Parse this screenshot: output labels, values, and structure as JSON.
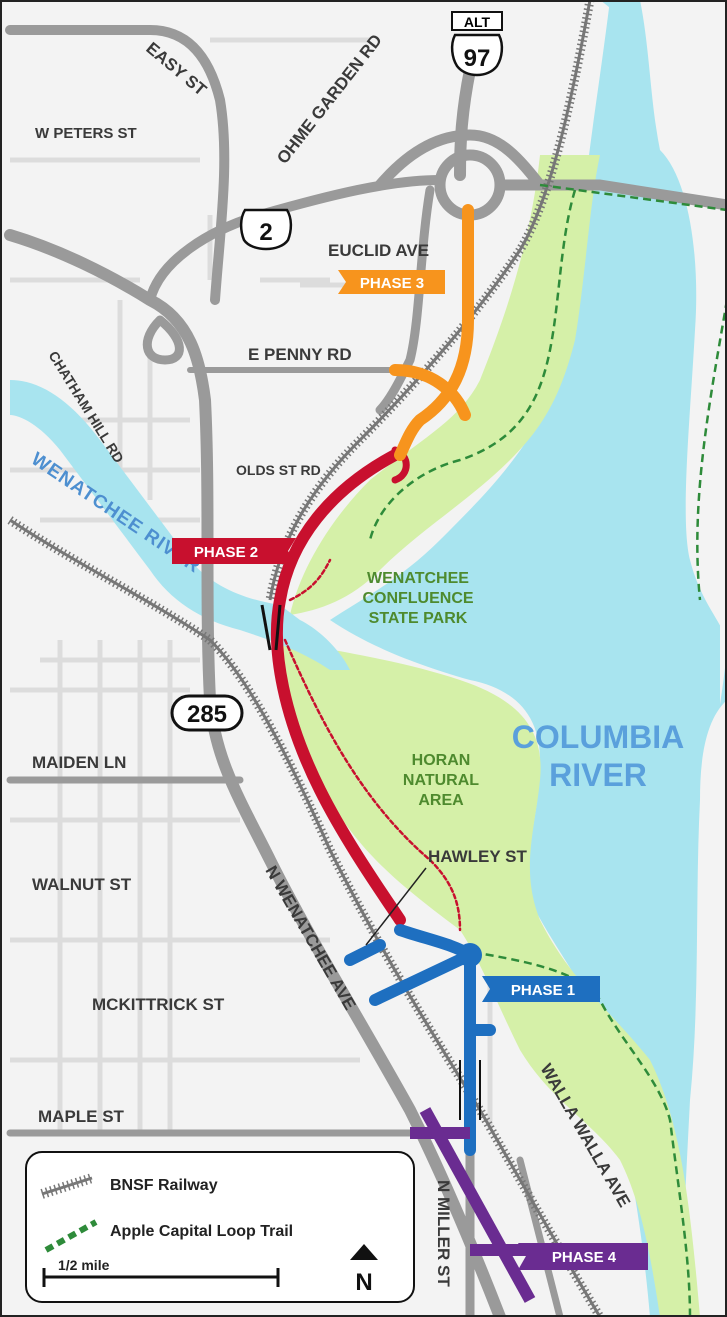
{
  "shields": {
    "alt97_top": "ALT",
    "alt97_num": "97",
    "us2": "2",
    "wa285": "285"
  },
  "streets": {
    "easy_st": "EASY ST",
    "ohme_garden_rd": "OHME GARDEN RD",
    "w_peters_st": "W PETERS ST",
    "euclid_ave": "EUCLID AVE",
    "e_penny_rd": "E PENNY RD",
    "chatham_hill_rd": "CHATHAM HILL RD",
    "olds_st_rd": "OLDS ST RD",
    "maiden_ln": "MAIDEN LN",
    "walnut_st": "WALNUT ST",
    "hawley_st": "HAWLEY ST",
    "n_wenatchee_ave": "N WENATCHEE AVE",
    "mckittrick_st": "MCKITTRICK ST",
    "walla_walla_ave": "WALLA WALLA AVE",
    "maple_st": "MAPLE ST",
    "n_miller_st": "N MILLER ST"
  },
  "water": {
    "wenatchee_river": "WENATCHEE RIVER",
    "columbia_line1": "COLUMBIA",
    "columbia_line2": "RIVER"
  },
  "parks": {
    "confluence_line1": "WENATCHEE",
    "confluence_line2": "CONFLUENCE",
    "confluence_line3": "STATE PARK",
    "horan_line1": "HORAN",
    "horan_line2": "NATURAL",
    "horan_line3": "AREA"
  },
  "phases": [
    {
      "label": "PHASE 1",
      "color": "#1e6fc0"
    },
    {
      "label": "PHASE 2",
      "color": "#c8102e"
    },
    {
      "label": "PHASE 3",
      "color": "#f7941d"
    },
    {
      "label": "PHASE 4",
      "color": "#6a2c91"
    }
  ],
  "legend": {
    "railway": "BNSF Railway",
    "trail": "Apple Capital Loop Trail",
    "scale": "1/2 mile",
    "north": "N"
  },
  "colors": {
    "water": "#a8e4ef",
    "park": "#d5f0a8",
    "road_major": "#9a9a9a",
    "road_minor": "#d4d4d4",
    "trail": "#2e8b3a",
    "rail": "#777777"
  }
}
